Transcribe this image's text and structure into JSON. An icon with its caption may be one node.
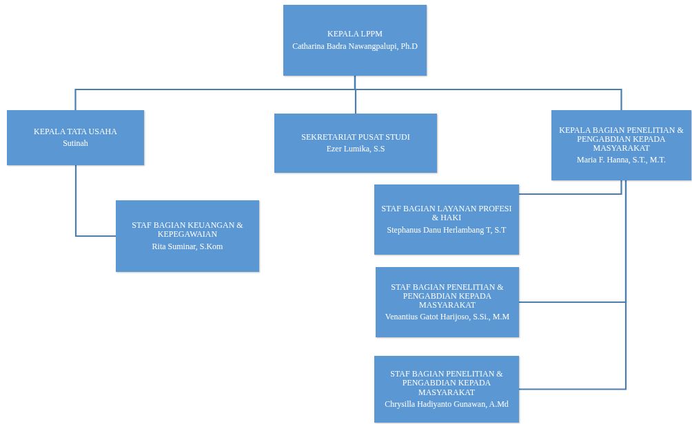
{
  "diagram": {
    "nodes": [
      {
        "text": [
          "KEPALA LPPM",
          "Catharina Badra Nawangpalupi, Ph.D"
        ]
      },
      {
        "text": [
          "KEPALA TATA USAHA",
          "Sutinah"
        ]
      },
      {
        "text": [
          "SEKRETARIAT PUSAT STUDI",
          "Ezer Lumika, S.S"
        ]
      },
      {
        "text": [
          "KEPALA BAGIAN PENELITIAN & PENGABDIAN KEPADA MASYARAKAT",
          "Maria F. Hanna, S.T., M.T."
        ]
      },
      {
        "text": [
          "STAF BAGIAN KEUANGAN & KEPEGAWAIAN",
          "Rita Suminar, S.Kom"
        ]
      },
      {
        "text": [
          "STAF BAGIAN LAYANAN PROFESI & HAKI",
          "Stephanus Danu Herlambang T, S.T"
        ]
      },
      {
        "text": [
          "STAF BAGIAN PENELITIAN & PENGABDIAN KEPADA MASYARAKAT",
          "Venantius Gatot Harijoso, S.Si., M.M"
        ]
      },
      {
        "text": [
          "STAF BAGIAN PENELITIAN & PENGABDIAN KEPADA MASYARAKAT",
          "Chrysilla Hadiyanto Gunawan, A.Md"
        ]
      }
    ],
    "edges": [
      {
        "from": 0,
        "to": 1,
        "arrow": "none"
      },
      {
        "from": 0,
        "to": 2,
        "arrow": "none"
      },
      {
        "from": 0,
        "to": 3,
        "arrow": "none"
      },
      {
        "from": 1,
        "to": 4,
        "arrow": "none"
      },
      {
        "from": 3,
        "to": 5,
        "arrow": "none"
      },
      {
        "from": 3,
        "to": 6,
        "arrow": "none"
      },
      {
        "from": 3,
        "to": 7,
        "arrow": "none"
      }
    ]
  }
}
